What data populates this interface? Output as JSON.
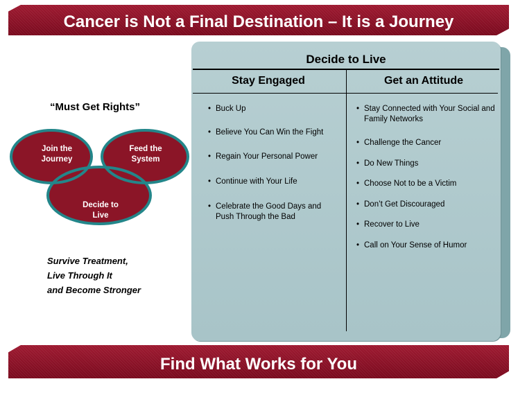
{
  "header": {
    "title": "Cancer is Not a Final Destination – It is a Journey"
  },
  "footer": {
    "title": "Find What Works for You"
  },
  "rights": {
    "title": "“Must Get Rights”",
    "circles": [
      {
        "line1": "Join the",
        "line2": "Journey"
      },
      {
        "line1": "Feed the",
        "line2": "System"
      },
      {
        "line1": "Decide to",
        "line2": "Live"
      }
    ],
    "colors": {
      "fill": "#8b1527",
      "ring": "#23868a"
    }
  },
  "tagline": {
    "line1": "Survive Treatment,",
    "line2": "Live Through It",
    "line3": "and Become Stronger"
  },
  "panel": {
    "title": "Decide to Live",
    "columns": [
      {
        "heading": "Stay Engaged",
        "items": [
          "Buck Up",
          "Believe You Can Win the Fight",
          "Regain Your Personal Power",
          "Continue with Your Life",
          "Celebrate the Good Days and Push Through the Bad"
        ]
      },
      {
        "heading": "Get an Attitude",
        "items": [
          "Stay Connected with Your Social and Family Networks",
          "Challenge the Cancer",
          "Do New Things",
          "Choose Not to be a Victim",
          "Don’t Get Discouraged",
          "Recover to Live",
          "Call on Your Sense of Humor"
        ]
      }
    ]
  },
  "bullet": "•"
}
